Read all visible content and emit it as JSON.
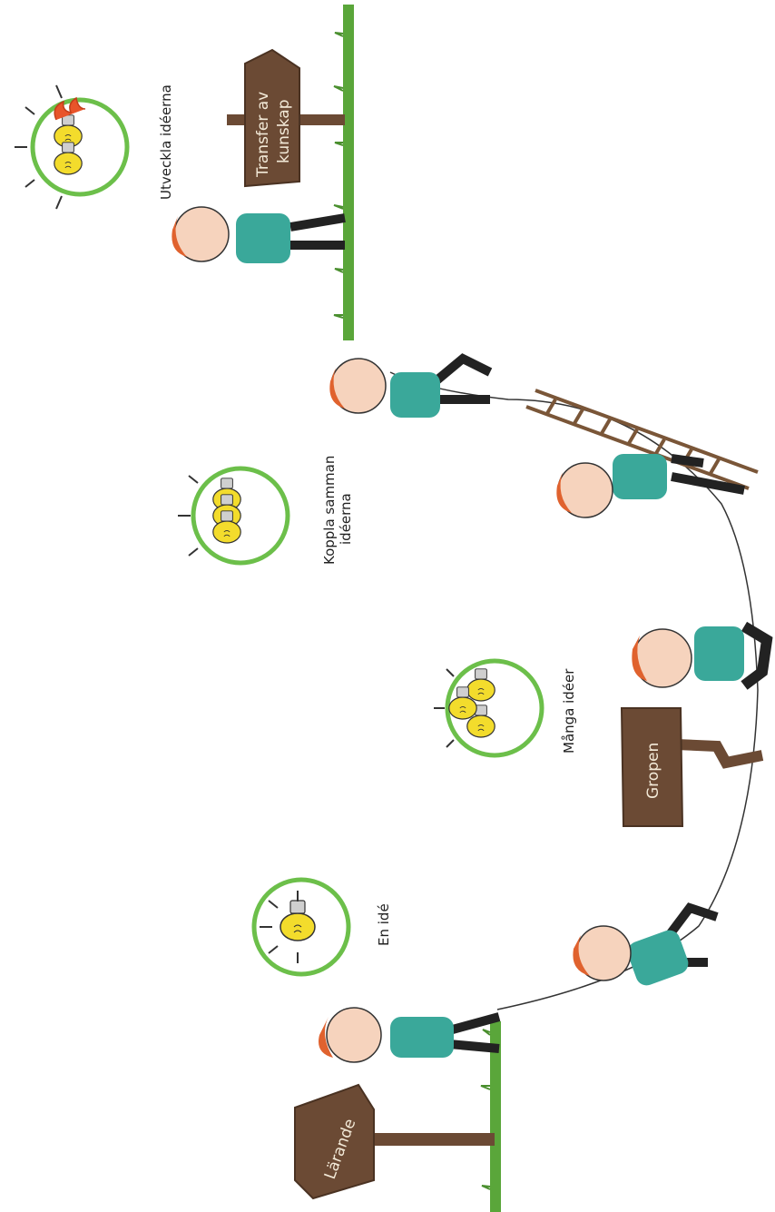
{
  "signs": {
    "learning": "Lärande",
    "pit": "Gropen",
    "transfer_line1": "Transfer av",
    "transfer_line2": "kunskap"
  },
  "stages": {
    "one_idea": "En idé",
    "many_ideas": "Många idéer",
    "connect_line1": "Koppla samman",
    "connect_line2": "idéerna",
    "develop": "Utveckla idéerna"
  },
  "colors": {
    "grass": "#5aa63a",
    "wood": "#6b4a34",
    "shirt": "#3aa89a",
    "hair": "#e0622e",
    "bulb": "#f3dc2c",
    "ring": "#6cbf4a"
  }
}
